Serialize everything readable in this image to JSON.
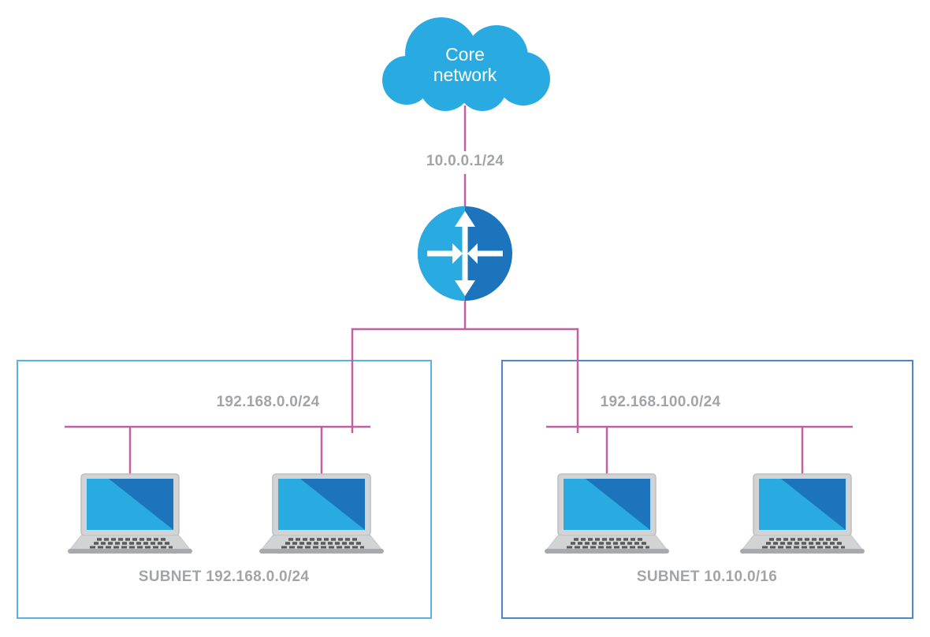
{
  "diagram": {
    "cloud": {
      "icon": "cloud-icon",
      "label": "Core\nnetwork"
    },
    "router": {
      "icon": "router-icon",
      "uplink_ip": "10.0.0.1/24"
    },
    "subnets": [
      {
        "network_label": "192.168.0.0/24",
        "box_label": "SUBNET 192.168.0.0/24",
        "border_color": "#5ab1e4",
        "host_count": 2,
        "host_icon": "laptop-icon"
      },
      {
        "network_label": "192.168.100.0/24",
        "box_label": "SUBNET 10.10.0/16",
        "border_color": "#4f86c8",
        "host_count": 2,
        "host_icon": "laptop-icon"
      }
    ],
    "colors": {
      "node_blue": "#29abe2",
      "node_blue_dark": "#1c75bc",
      "link_pink": "#c3609f",
      "label_gray": "#a2a4a7",
      "laptop_frame": "#d1d3d4",
      "laptop_keys": "#58595b",
      "arrow_white": "#ffffff"
    }
  }
}
